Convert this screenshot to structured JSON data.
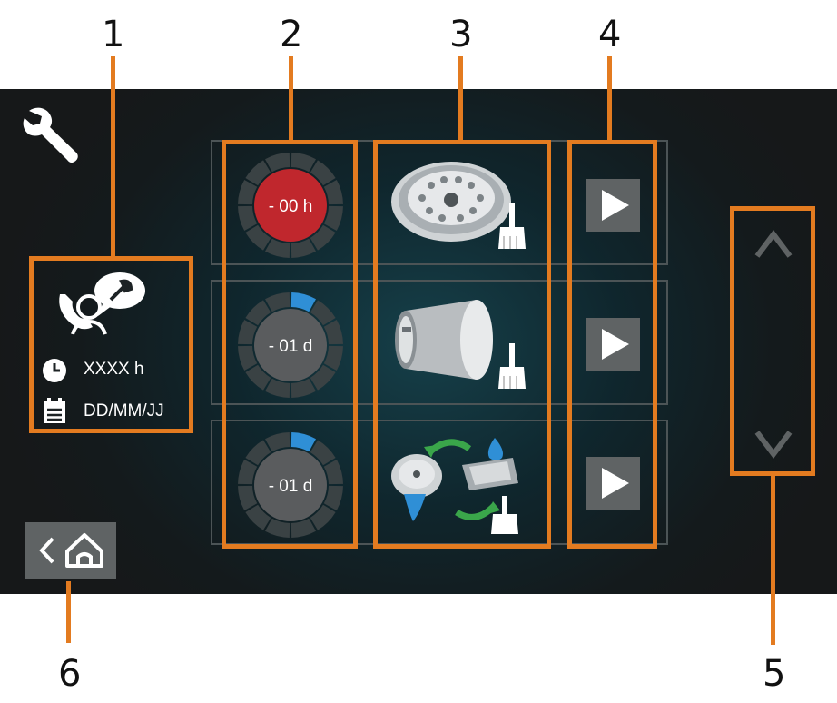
{
  "callouts": [
    "1",
    "2",
    "3",
    "4",
    "5",
    "6"
  ],
  "service_info": {
    "hours_value": "XXXX h",
    "date_value": "DD/MM/JJ"
  },
  "maintenance_rows": [
    {
      "countdown": "- 00 h",
      "status": "overdue",
      "ring_color": "#c0272d",
      "progress": 0,
      "item": "showerhead-cleaning"
    },
    {
      "countdown": "- 01 d",
      "status": "pending",
      "ring_color": "#5a5c5e",
      "progress": 0.083,
      "item": "drum-cleaning"
    },
    {
      "countdown": "- 01 d",
      "status": "pending",
      "ring_color": "#5a5c5e",
      "progress": 0.083,
      "item": "water-circulation-cleaning"
    }
  ],
  "colors": {
    "callout_orange": "#e37b20",
    "screen_bg": "#141a1c",
    "accent_blue": "#2f8fd6",
    "alert_red": "#c0272d",
    "button_gray": "#5f6364"
  },
  "icons": {
    "settings": "wrench-icon",
    "service_contact": "service-phone-icon",
    "hours": "clock-icon",
    "date": "calendar-icon",
    "start": "play-icon",
    "scroll_up": "chevron-up-icon",
    "scroll_down": "chevron-down-icon",
    "back": "chevron-left-icon",
    "home": "home-icon"
  }
}
